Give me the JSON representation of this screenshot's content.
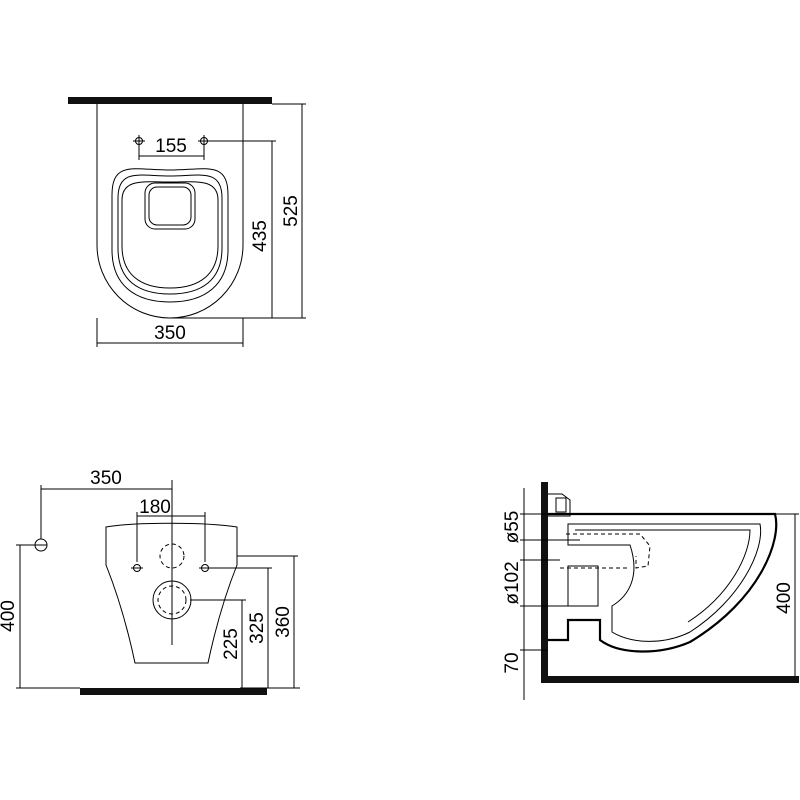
{
  "top_view": {
    "dim_hole_spacing": "155",
    "dim_width": "350",
    "dim_depth_inner": "435",
    "dim_depth_total": "525"
  },
  "front_view": {
    "dim_offset": "350",
    "dim_fixing_spacing": "180",
    "dim_height_total": "400",
    "dim_225": "225",
    "dim_325": "325",
    "dim_360": "360"
  },
  "side_view": {
    "dim_inlet": "ø55",
    "dim_outlet": "ø102",
    "dim_floor": "70",
    "dim_height": "400"
  }
}
